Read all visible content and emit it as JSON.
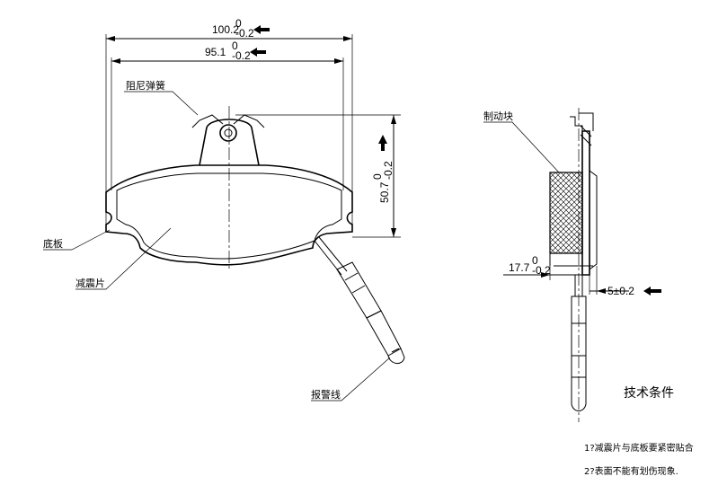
{
  "dimensions": {
    "outer_width": {
      "main": "100.2",
      "upper": "0",
      "lower": "-0.2"
    },
    "inner_width": {
      "main": "95.1",
      "upper": "0",
      "lower": "-0.2"
    },
    "height": {
      "main": "50.7",
      "upper": "0",
      "lower": "-0.2"
    },
    "thickness": {
      "main": "17.7",
      "upper": "0",
      "lower": "-0.2"
    },
    "sensor_offset": "5±0.2"
  },
  "labels": {
    "damping_spring": "阻尼弹簧",
    "backing_plate": "底板",
    "shim": "减震片",
    "warning_wire": "报警线",
    "brake_block": "制动块"
  },
  "tech_requirements": {
    "title": "技术条件",
    "items": [
      "1?减震片与底板要紧密贴合",
      "2?表面不能有划伤现象."
    ]
  }
}
